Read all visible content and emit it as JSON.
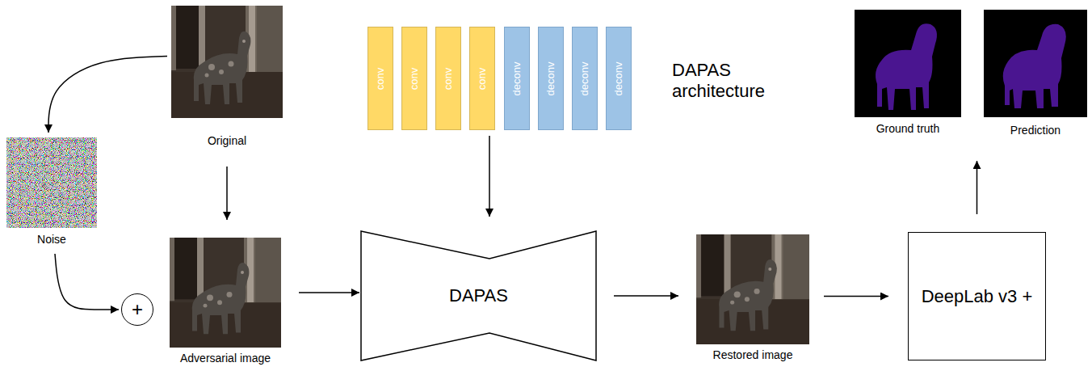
{
  "diagram": {
    "nodes": [
      {
        "text": [
          "Original"
        ]
      },
      {
        "text": [
          "conv"
        ]
      },
      {
        "text": [
          "conv"
        ]
      },
      {
        "text": [
          "conv"
        ]
      },
      {
        "text": [
          "conv"
        ]
      },
      {
        "text": [
          "deconv"
        ]
      },
      {
        "text": [
          "deconv"
        ]
      },
      {
        "text": [
          "deconv"
        ]
      },
      {
        "text": [
          "deconv"
        ]
      },
      {
        "text": [
          "Ground truth"
        ]
      },
      {
        "text": [
          "Prediction"
        ]
      },
      {
        "text": [
          "Noise"
        ]
      },
      {
        "text": [
          "+"
        ]
      },
      {
        "text": [
          "Adversarial image"
        ]
      },
      {
        "text": [
          "DAPAS"
        ]
      },
      {
        "text": [
          "Restored image"
        ]
      },
      {
        "text": [
          "DeepLab v3 +"
        ]
      }
    ],
    "edges": [
      {
        "from": 0,
        "to": 11,
        "arrow": "to"
      },
      {
        "from": 0,
        "to": 13,
        "arrow": "to"
      },
      {
        "from": 11,
        "to": 12,
        "arrow": "to"
      },
      {
        "from": 13,
        "to": 14,
        "arrow": "to"
      },
      {
        "from": 4,
        "to": 14,
        "arrow": "to"
      },
      {
        "from": 14,
        "to": 15,
        "arrow": "to"
      },
      {
        "from": 15,
        "to": 16,
        "arrow": "to"
      },
      {
        "from": 16,
        "to": 10,
        "arrow": "to"
      }
    ],
    "labels": [
      "DAPAS architecture"
    ]
  }
}
